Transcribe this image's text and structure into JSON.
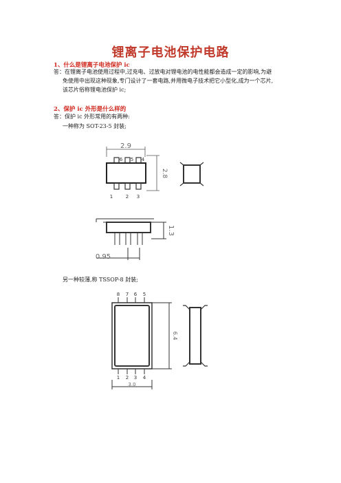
{
  "title": "锂离子电池保护电路",
  "sections": [
    {
      "heading": "1、什么是锂离子电池保护 ic",
      "answer_lines": [
        "答：在锂离子电池使用过程中,过充电、过放电对锂电池的电性能都会造成一定的影响,为避",
        "免使用中出现这种现象,专门设计了一套电路,并用微电子技术把它小型化,成为一个芯片,",
        "该芯片俗称锂电池保护 ic;"
      ]
    },
    {
      "heading": "2、保护 ic 外形是什么样的",
      "answer_lines": [
        "答：保护 ic 外形常用的有两种:",
        "一种称为 SOT-23-5 封装;"
      ],
      "second_type": "另一种较薄,称 TSSOP-8 封装;"
    }
  ],
  "sot23": {
    "width_dim": "2.9",
    "height_dim": "2.8",
    "top_pins": [
      "6",
      "5",
      "4"
    ],
    "bottom_pins": [
      "1",
      "2",
      "3"
    ],
    "side_height_dim": "1.3",
    "pitch_dim": "0.95"
  },
  "tssop8": {
    "top_pins": [
      "8",
      "7",
      "6",
      "5"
    ],
    "bottom_pins": [
      "1",
      "2",
      "3",
      "4"
    ],
    "height_dim": "6.4",
    "width_dim": "3.0"
  }
}
